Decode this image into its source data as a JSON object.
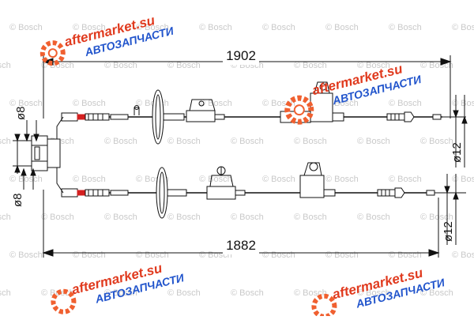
{
  "watermark": {
    "text": "© Bosch",
    "color": "#c9c9c9"
  },
  "dimensions": {
    "top_length": "1902",
    "bottom_length": "1882",
    "left_top_diameter": "ø8",
    "left_bottom_diameter": "ø8",
    "right_top_diameter": "ø12",
    "right_bottom_diameter": "ø12"
  },
  "logo": {
    "name": "aftermarket.su",
    "subtitle": "АВТОЗАПЧАСТИ",
    "gear_color": "#f06030",
    "name_color": "#e03a1e",
    "subtitle_color": "#2255cc"
  },
  "colors": {
    "line": "#111111",
    "accent_red": "#d42020"
  }
}
